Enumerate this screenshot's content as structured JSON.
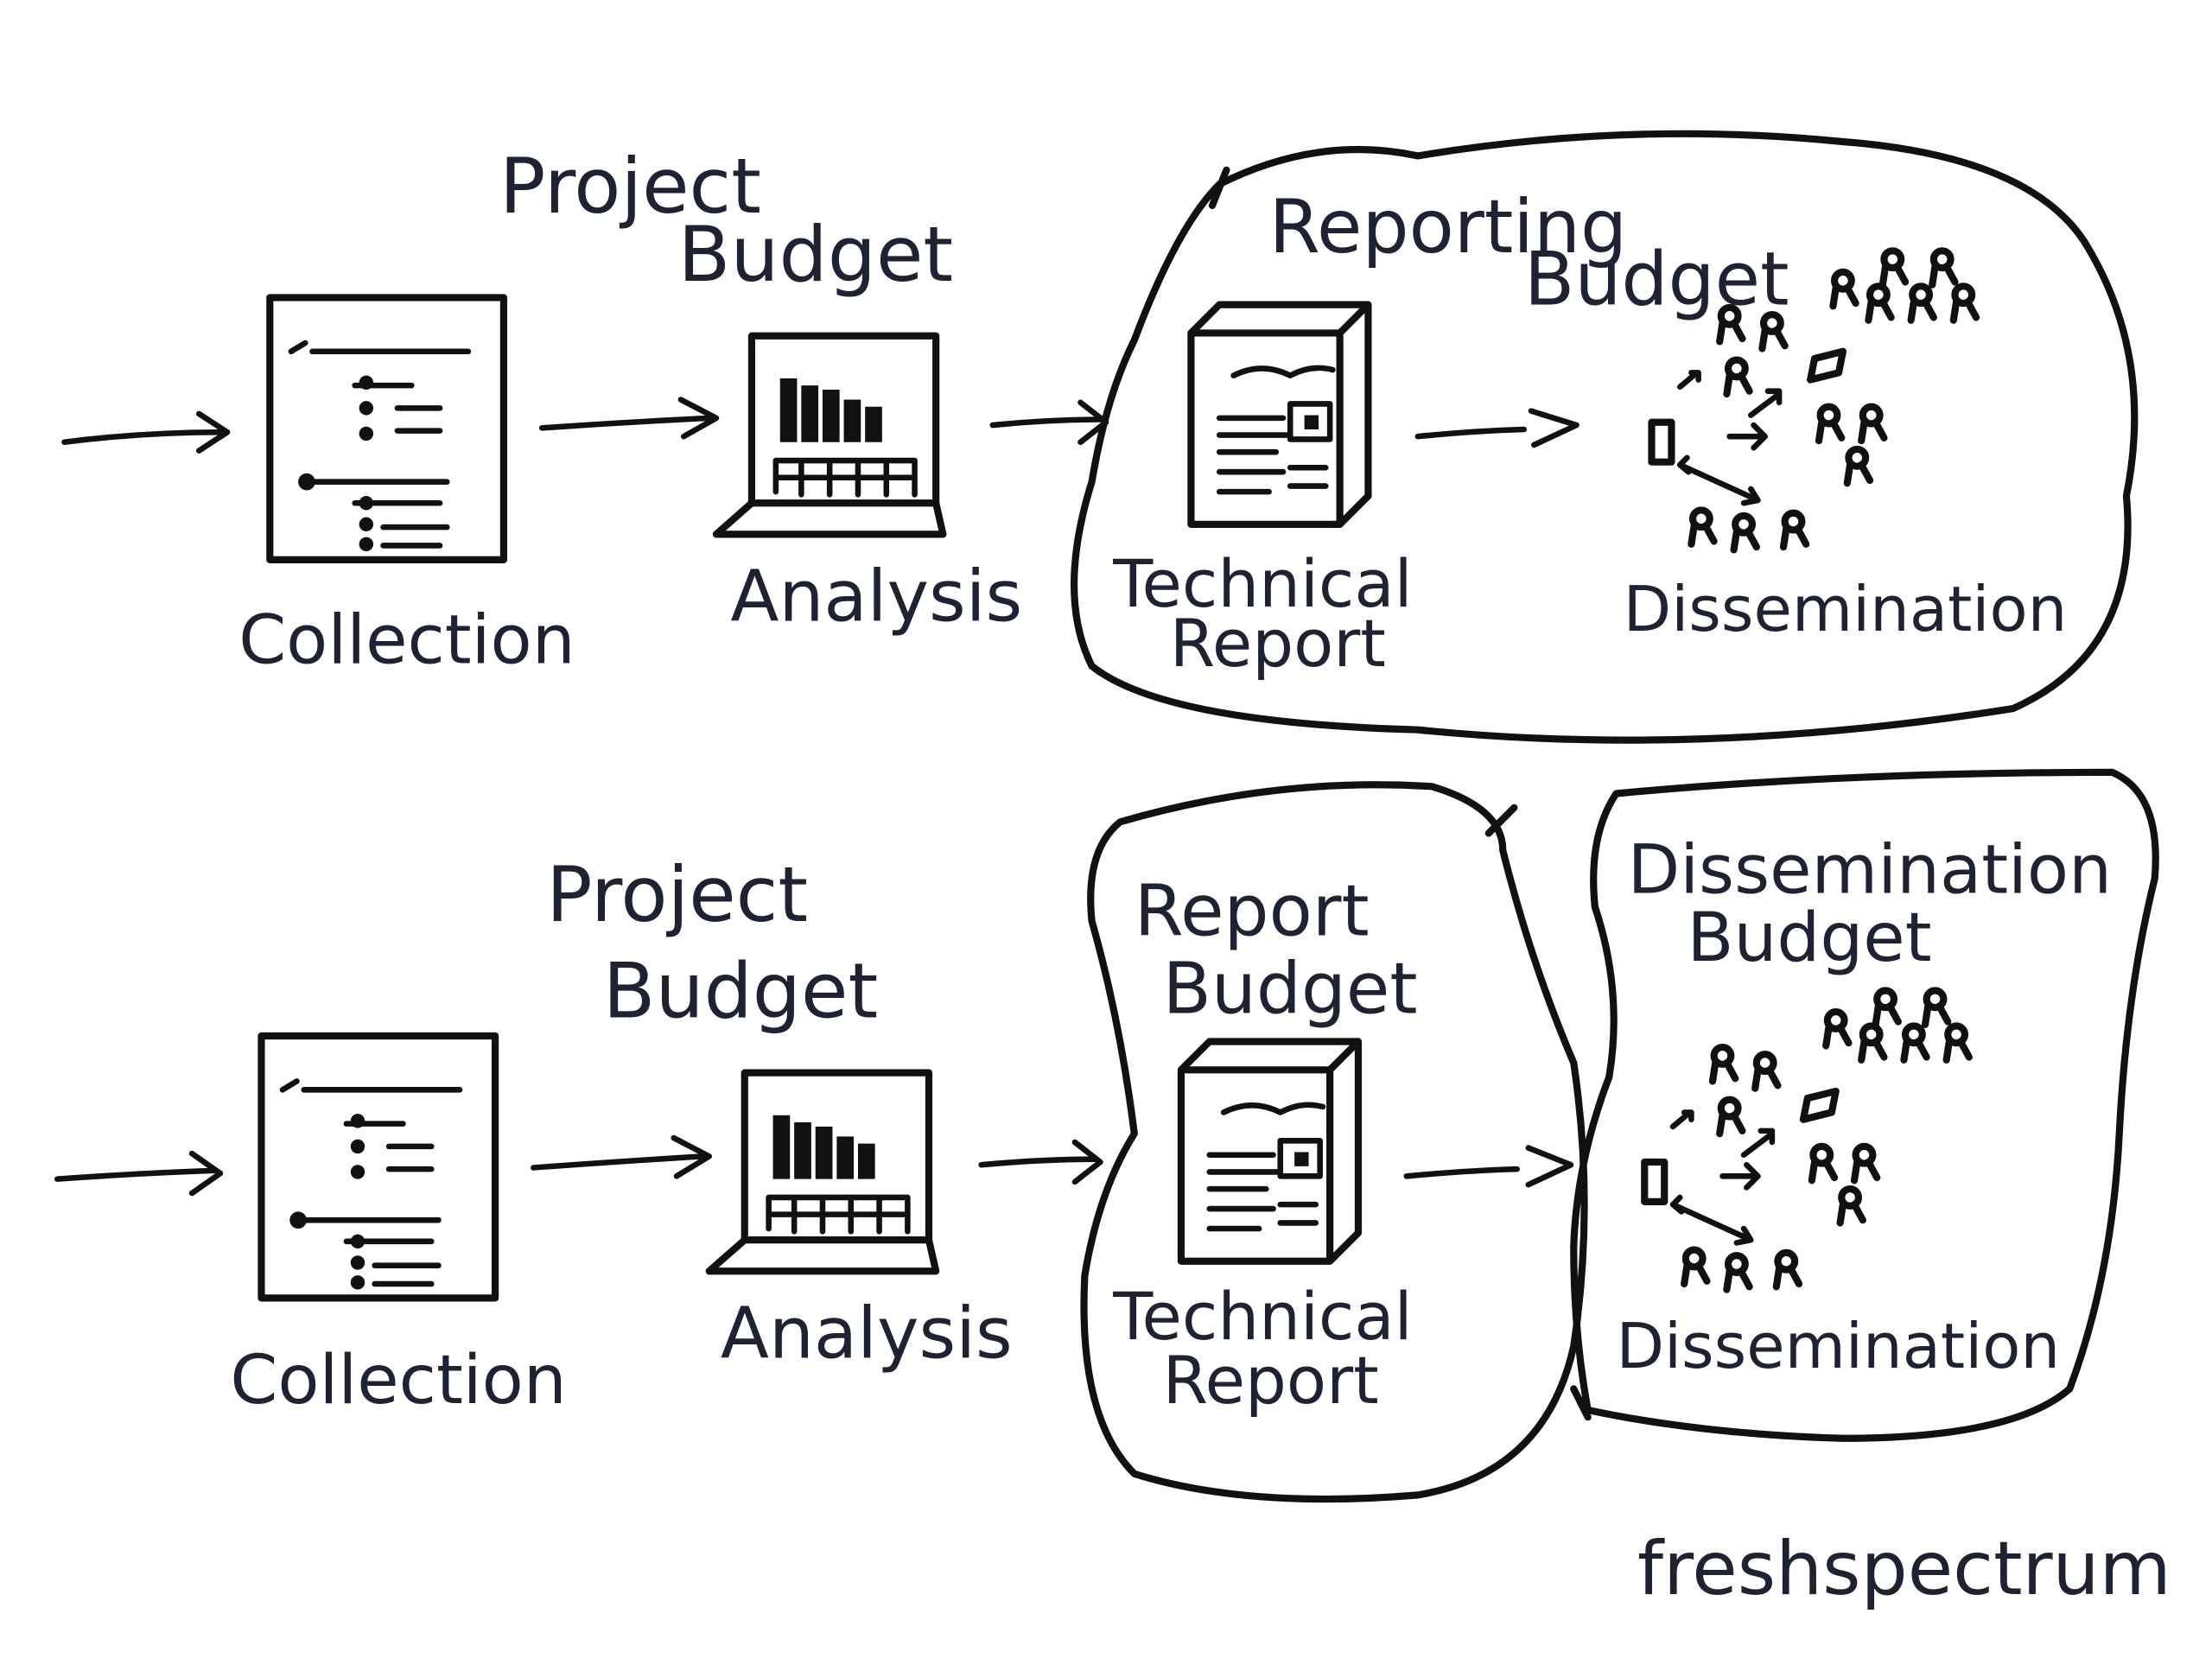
{
  "row1": {
    "project_budget": [
      "Project",
      "Budget"
    ],
    "reporting_budget": [
      "Reporting",
      "Budget"
    ],
    "collection": "Collection",
    "analysis": "Analysis",
    "technical_report": [
      "Technical",
      "Report"
    ],
    "dissemination": "Dissemination"
  },
  "row2": {
    "project_budget": [
      "Project",
      "Budget"
    ],
    "report_budget": [
      "Report",
      "Budget"
    ],
    "dissemination_budget": [
      "Dissemination",
      "Budget"
    ],
    "collection": "Collection",
    "analysis": "Analysis",
    "technical_report": [
      "Technical",
      "Report"
    ],
    "dissemination": "Dissemination"
  },
  "brand": "freshspectrum",
  "colors": {
    "label_ink": "#1e2233",
    "line_ink": "#111111"
  }
}
